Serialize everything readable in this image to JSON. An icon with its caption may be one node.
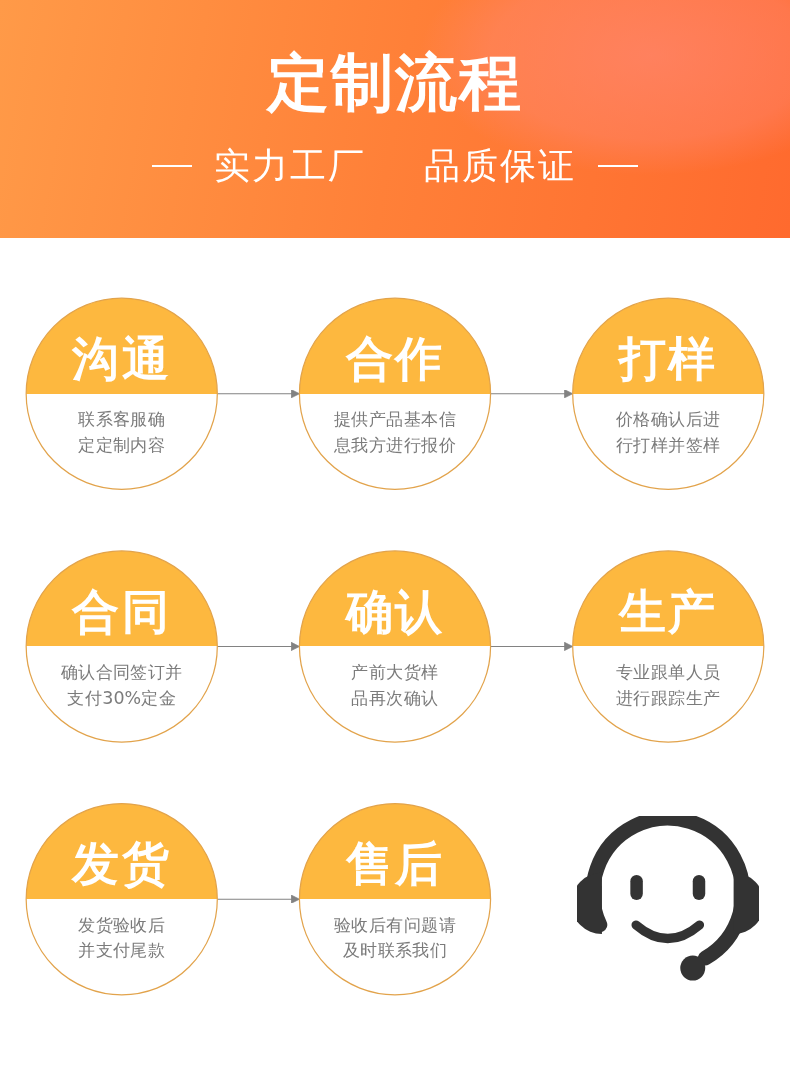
{
  "diagram": {
    "title": "定制流程",
    "nodes": [
      {
        "text": [
          "沟通",
          "联系客服确定定制内容"
        ]
      },
      {
        "text": [
          "合作",
          "提供产品基本信息我方进行报价"
        ]
      },
      {
        "text": [
          "打样",
          "价格确认后进行打样并签样"
        ]
      },
      {
        "text": [
          "合同",
          "确认合同签订并支付30%定金"
        ]
      },
      {
        "text": [
          "确认",
          "产前大货样品再次确认"
        ]
      },
      {
        "text": [
          "生产",
          "专业跟单人员进行跟踪生产"
        ]
      },
      {
        "text": [
          "发货",
          "发货验收后并支付尾款"
        ]
      },
      {
        "text": [
          "售后",
          "验收后有问题请及时联系我们"
        ]
      }
    ],
    "edges": [
      {
        "from": 0,
        "to": 1,
        "arrow": "to"
      },
      {
        "from": 1,
        "to": 2,
        "arrow": "to"
      },
      {
        "from": 3,
        "to": 4,
        "arrow": "to"
      },
      {
        "from": 4,
        "to": 5,
        "arrow": "to"
      },
      {
        "from": 6,
        "to": 7,
        "arrow": "to"
      }
    ],
    "labels": [
      "实力工厂",
      "品质保证"
    ]
  }
}
